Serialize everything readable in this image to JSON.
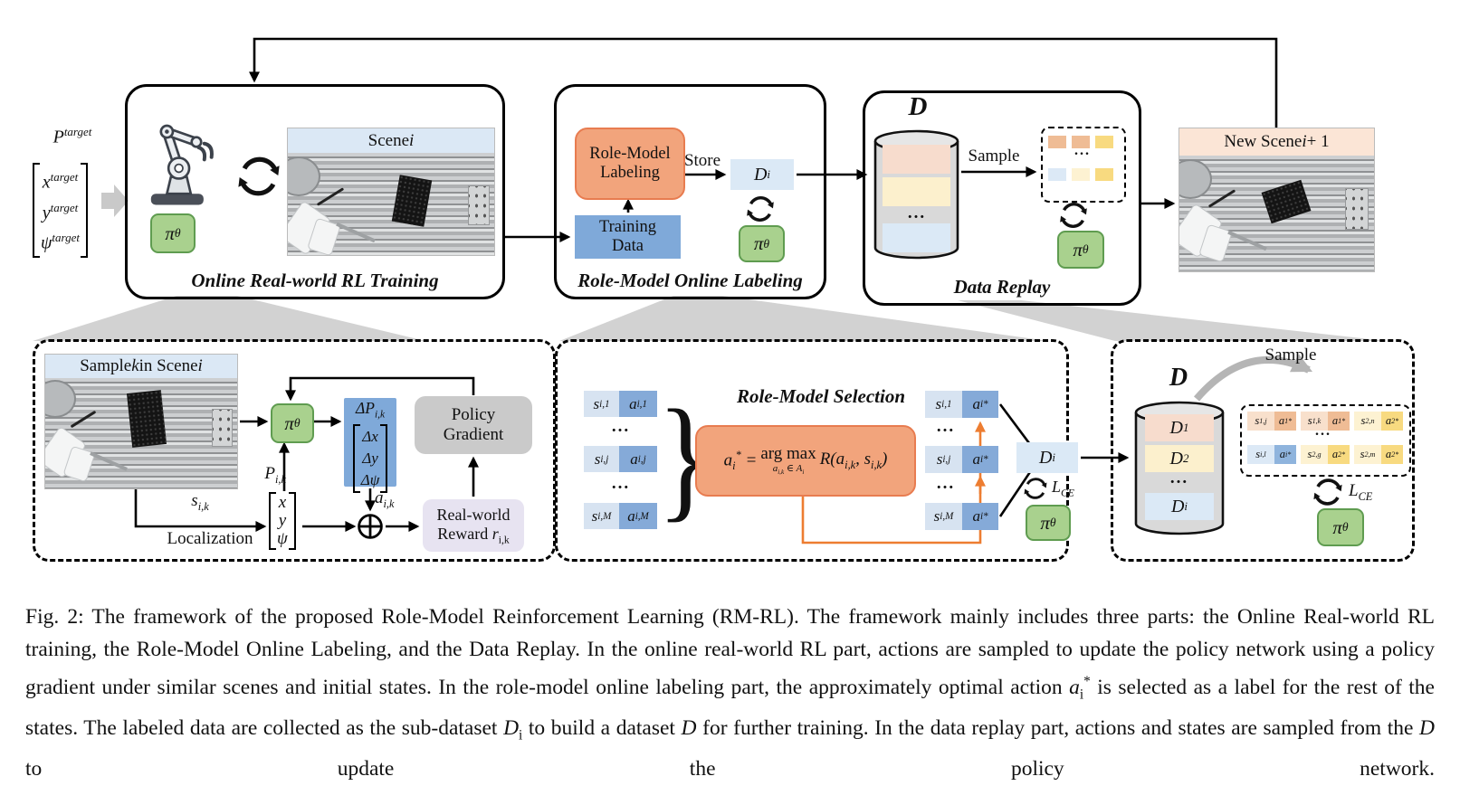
{
  "colors": {
    "policy_green": "#a9d18e",
    "policy_green_border": "#5f9c50",
    "orange_fill": "#f2a47c",
    "orange_border": "#e87c50",
    "blue_fill": "#7fa9d9",
    "light_blue": "#dbe9f6",
    "gray_box": "#cacaca",
    "lavender": "#e7e3f1",
    "orange_connector": "#ed7d31",
    "wedge_gray": "#d2d2d2",
    "band_pink": "#f7dccd",
    "band_yellow": "#fcf0cd",
    "band_blue": "#dbe9f6",
    "scene_header_blue": "#dbe8f5",
    "scene_header_peach": "#fbe5d6"
  },
  "dots": "...",
  "top": {
    "input": {
      "label": "P^{target}",
      "vector": [
        "x^{target}",
        "y^{target}",
        "ψ^{target}"
      ]
    },
    "box1": {
      "title": "Online Real-world RL Training",
      "scene_label": "Scene ~i~",
      "policy": "π_{θ}"
    },
    "box2": {
      "title": "Role-Model Online Labeling",
      "labeling_box": "Role-Model Labeling",
      "store_label": "Store",
      "dataset_i": "D_{i}",
      "training_data": "Training Data",
      "policy": "π_{θ}"
    },
    "box3": {
      "title": "Data Replay",
      "dataset_label": "D",
      "sample_label": "Sample",
      "policy": "π_{θ}"
    },
    "new_scene_label": "New Scene ~i~ + 1"
  },
  "bottom": {
    "box1": {
      "photo_label": "Sample ~k~ in Scene ~i~",
      "policy": "π_{θ}",
      "state_label": "s_{i,k}",
      "localization_label": "Localization",
      "pose_label": "P_{i,k}",
      "pose_vector": [
        "x",
        "y",
        "ψ"
      ],
      "delta_label": "ΔP_{i,k}",
      "delta_vector": [
        "Δx",
        "Δy",
        "Δψ"
      ],
      "action_label": "a_{i,k}",
      "reward_box": "Real-world Reward ~r~_{i,k}",
      "policy_gradient": "Policy Gradient"
    },
    "box2": {
      "title": "Role-Model Selection",
      "brace": "}",
      "left_pairs": [
        [
          "s_{i,1}",
          "a_{i,1}"
        ],
        [
          "s_{i,j}",
          "a_{i,j}"
        ],
        [
          "s_{i,M}",
          "a_{i,M}"
        ]
      ],
      "formula_lhs": "a_{i}^{*} =",
      "formula_op": "arg max",
      "formula_cond": "a_{i,k} ∈ A_{i}",
      "formula_rhs": "R(a_{i,k}, s_{i,k})",
      "right_pairs": [
        [
          "s_{i,1}",
          "a_{i}^{*}"
        ],
        [
          "s_{i,j}",
          "a_{i}^{*}"
        ],
        [
          "s_{i,M}",
          "a_{i}^{*}"
        ]
      ],
      "dataset_i": "D_{i}",
      "loss_label": "L_{CE}",
      "policy": "π_{θ}"
    },
    "box3": {
      "sample_label": "Sample",
      "dataset_label": "D",
      "cylinder_rows": [
        "D_{1}",
        "D_{2}",
        "D_{i}"
      ],
      "pairs_row1": [
        [
          "s_{1,j}",
          "a_{1}^{*}"
        ],
        [
          "s_{1,k}",
          "a_{1}^{*}"
        ],
        [
          "s_{2,n}",
          "a_{2}^{*}"
        ]
      ],
      "pairs_row2": [
        [
          "s_{i,l}",
          "a_{i}^{*}"
        ],
        [
          "s_{2,g}",
          "a_{2}^{*}"
        ],
        [
          "s_{2,m}",
          "a_{2}^{*}"
        ]
      ],
      "loss_label": "L_{CE}",
      "policy": "π_{θ}"
    }
  },
  "caption": "Fig. 2: The framework of the proposed Role-Model Reinforcement Learning (RM-RL). The framework mainly includes three parts: the Online Real-world RL training, the Role-Model Online Labeling, and the Data Replay. In the online real-world RL part, actions are sampled to update the policy network using a policy gradient under similar scenes and initial states. In the role-model online labeling part, the approximately optimal action ~a~_{i}^{*} is selected as a label for the rest of the states. The labeled data are collected as the sub-dataset ~D~_{i} to build a dataset ~D~ for further training. In the data replay part, actions and states are sampled from the ~D~ to update the policy network."
}
